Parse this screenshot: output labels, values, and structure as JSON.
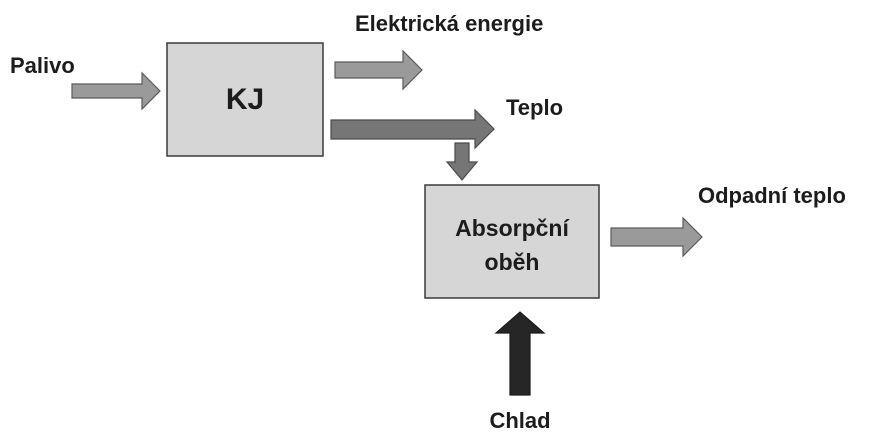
{
  "nodes": {
    "kj": {
      "label": "KJ"
    },
    "absorption": {
      "line1": "Absorpční",
      "line2": "oběh"
    }
  },
  "flows": {
    "fuel": "Palivo",
    "electricity": "Elektrická energie",
    "heat": "Teplo",
    "waste_heat": "Odpadní teplo",
    "cold": "Chlad"
  }
}
